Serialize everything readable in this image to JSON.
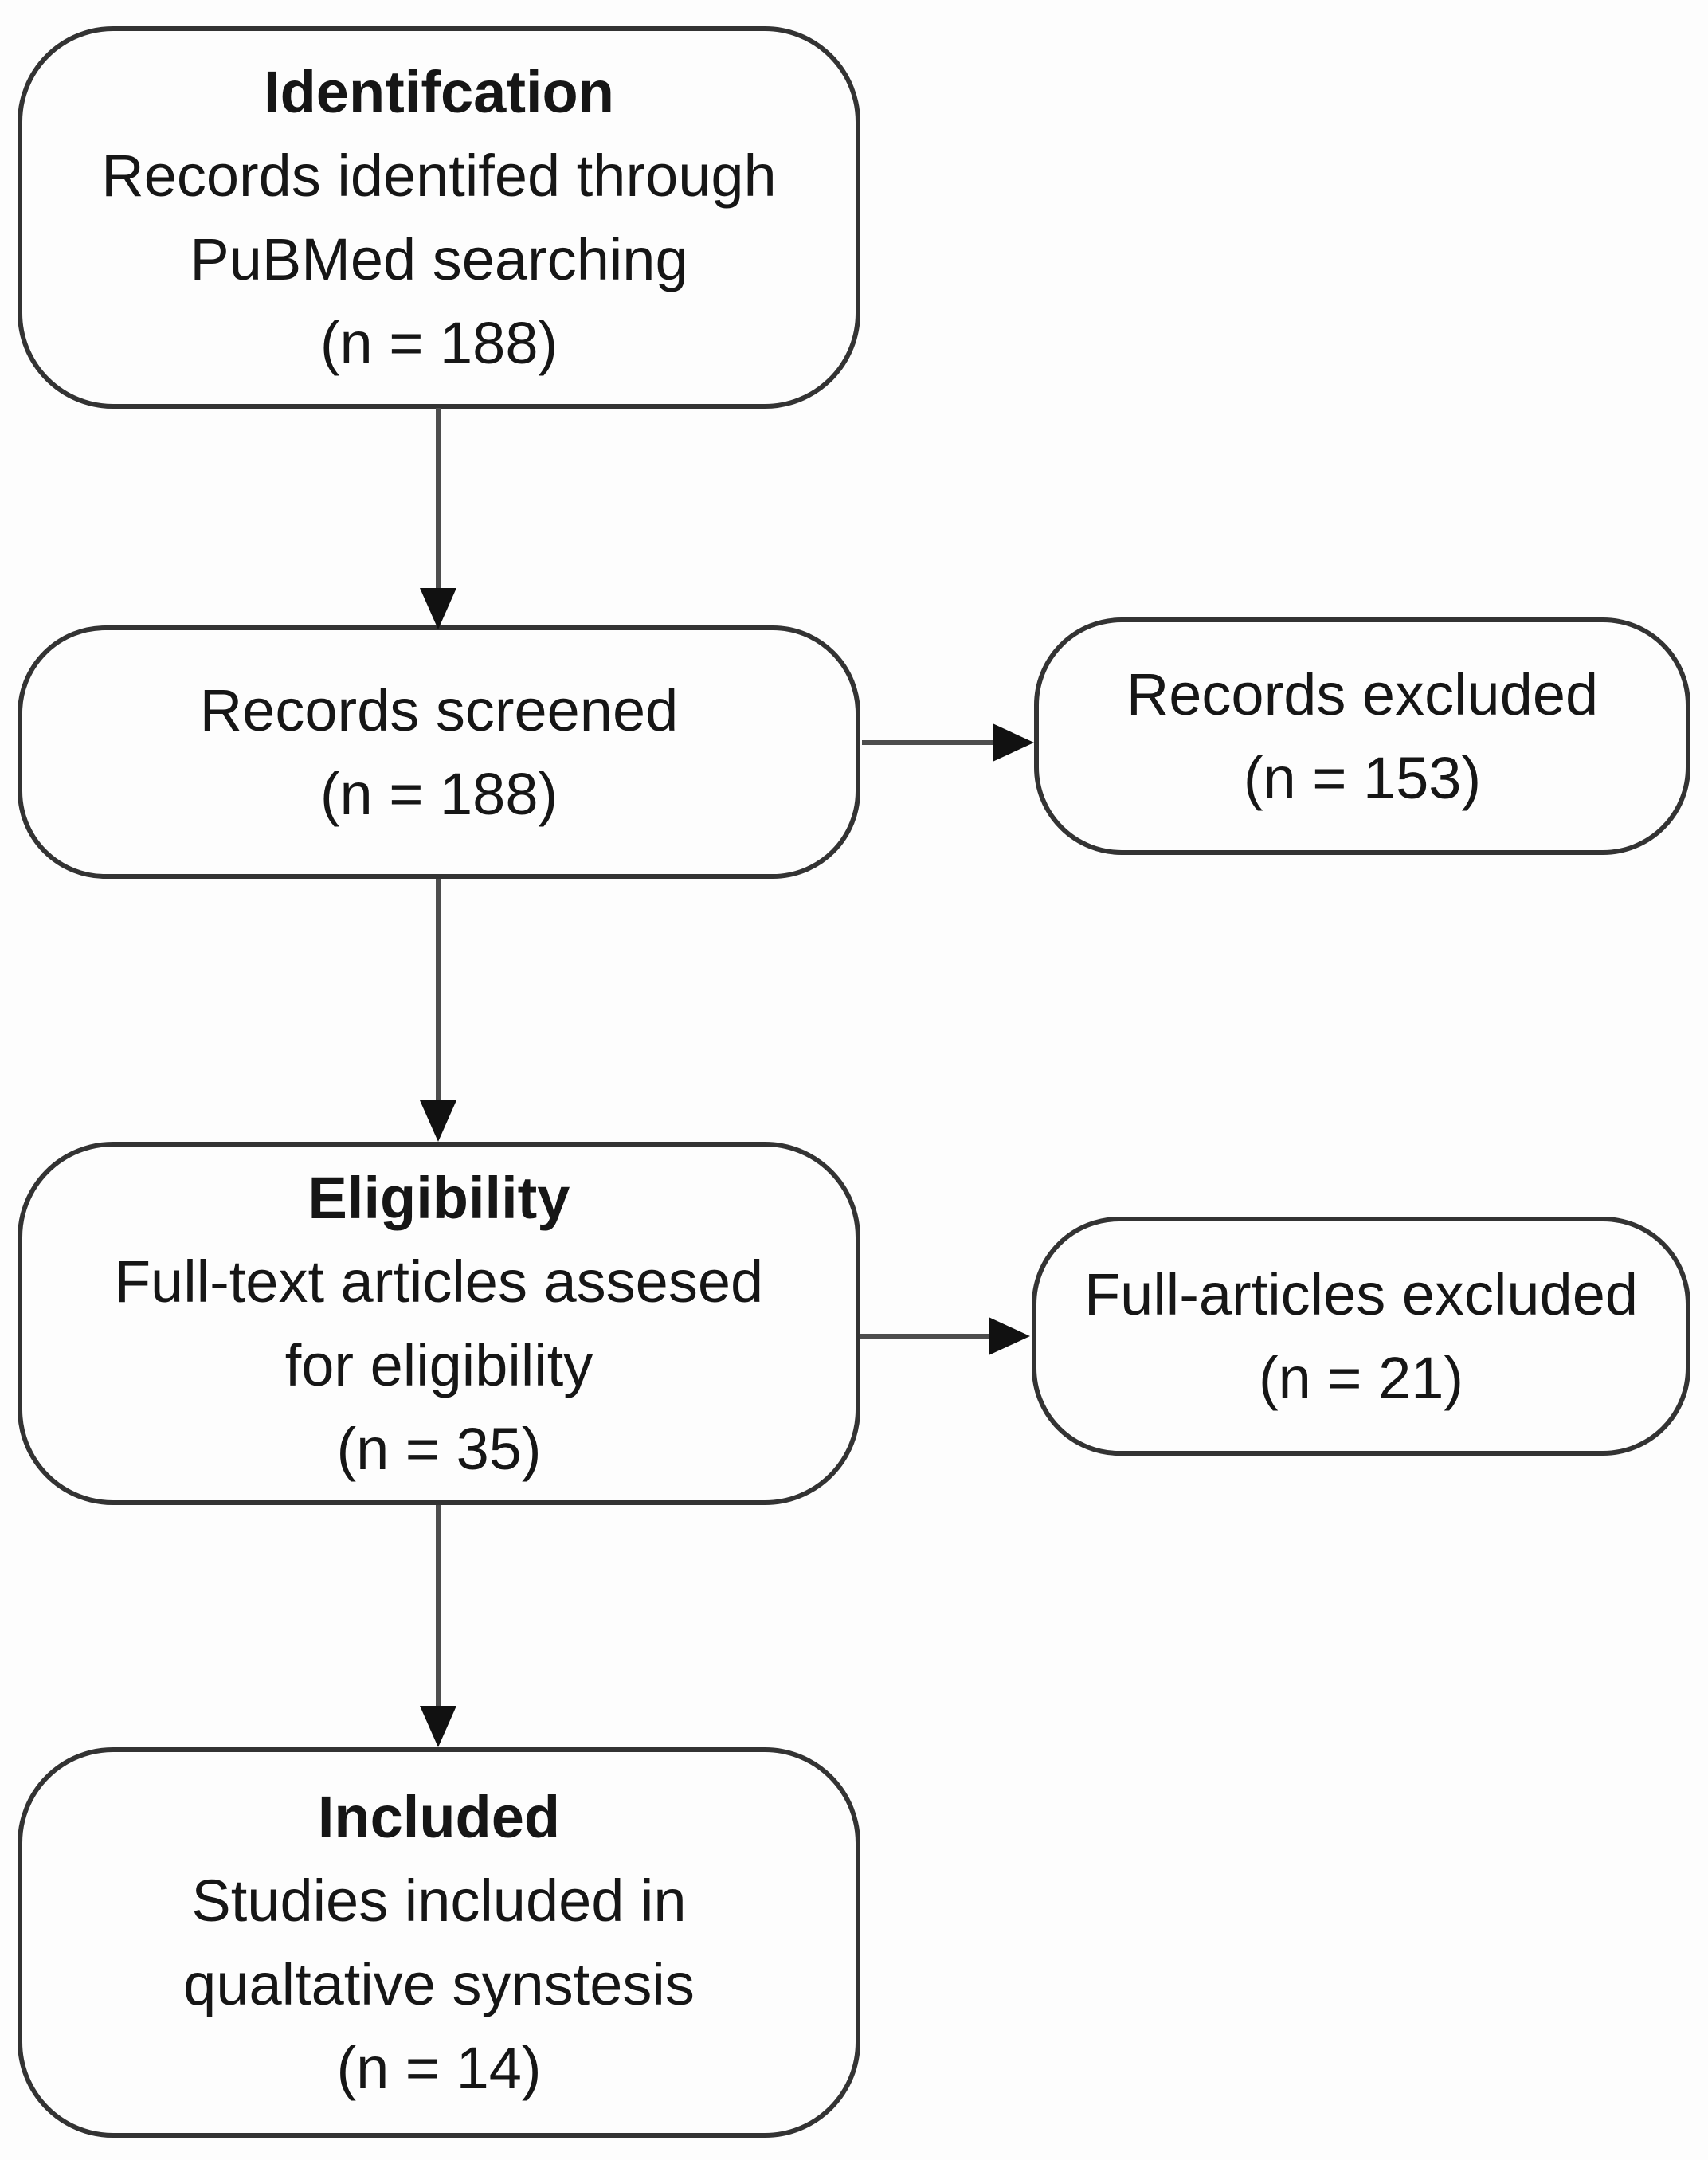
{
  "colors": {
    "border": "#333333",
    "arrow_line": "#4d4d4d",
    "arrow_head": "#111111",
    "text": "#161616",
    "background": "#fdfdfd"
  },
  "boxes": {
    "identification": {
      "title": "Identifcation",
      "body": "Records identifed through\nPuBMed searching\n(n = 188)"
    },
    "screened": {
      "body": "Records screened\n(n = 188)"
    },
    "records_excluded": {
      "body": "Records excluded\n(n = 153)"
    },
    "eligibility": {
      "title": "Eligibility",
      "body": "Full-text articles assesed\nfor eligibility\n(n = 35)"
    },
    "full_articles_excluded": {
      "body": "Full-articles excluded\n(n = 21)"
    },
    "included": {
      "title": "Included",
      "body": "Studies included in\nqualtative synstesis\n(n = 14)"
    }
  }
}
